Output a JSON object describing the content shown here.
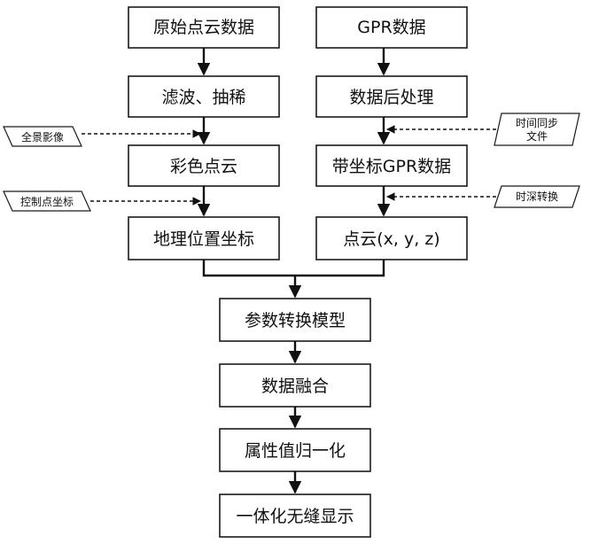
{
  "left_column": {
    "n1": "原始点云数据",
    "n2": "滤波、抽稀",
    "n3": "彩色点云",
    "n4": "地理位置坐标"
  },
  "right_column": {
    "n1": "GPR数据",
    "n2": "数据后处理",
    "n3": "带坐标GPR数据",
    "n4": "点云(x, y, z)"
  },
  "bottom_column": {
    "n1": "参数转换模型",
    "n2": "数据融合",
    "n3": "属性值归一化",
    "n4": "一体化无缝显示"
  },
  "side_inputs": {
    "panorama": "全景影像",
    "control_points": "控制点坐标",
    "time_sync_line1": "时间同步",
    "time_sync_line2": "文件",
    "time_depth": "时深转换"
  }
}
